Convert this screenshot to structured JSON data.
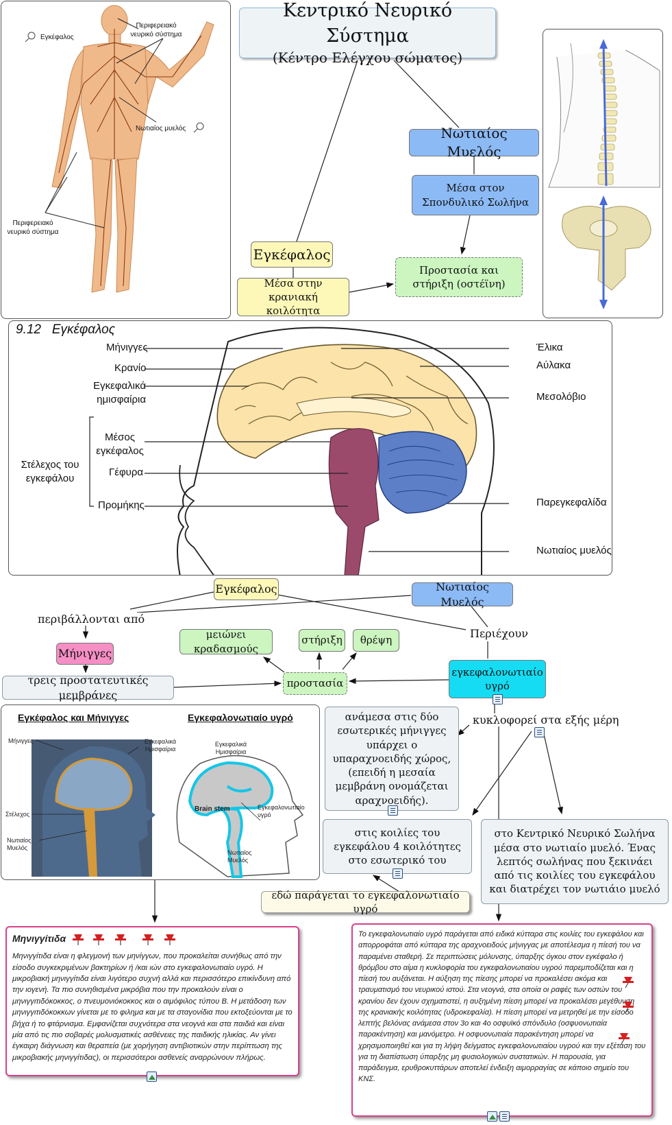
{
  "top": {
    "title_main": "Κεντρικό Νευρικό Σύστημα",
    "title_sub": "(Κέντρο Ελέγχου σώματος)",
    "spinal_cord": "Νωτιαίος Μυελός",
    "spinal_canal": "Μέσα στον Σπονδυλικό Σωλήνα",
    "brain": "Εγκέφαλος",
    "cranial": "Μέσα στην κρανιακή κοιλότητα",
    "protection": "Προστασία και στήριξη (οστέϊνη)"
  },
  "body_figure": {
    "brain_label": "Εγκέφαλος",
    "pns_label_top": "Περιφερειακό νευρικό σύστημα",
    "spinal_label": "Νωτιαίος μυελός",
    "pns_label_bottom": "Περιφερειακό νευρικό σύστημα"
  },
  "brain_diagram": {
    "heading": "9.12   Εγκέφαλος",
    "left_labels": [
      "Μήνιγγες",
      "Κρανίο",
      "Εγκεφαλικά ημισφαίρια",
      "Μέσος εγκέφαλος",
      "Γέφυρα",
      "Προμήκης"
    ],
    "brainstem_group": "Στέλεχος του εγκεφάλου",
    "right_labels": [
      "Έλικα",
      "Αύλακα",
      "Μεσολόβιο",
      "Παρεγκεφαλίδα",
      "Νωτιαίος μυελός"
    ]
  },
  "middle_map": {
    "brain": "Εγκέφαλος",
    "spinal": "Νωτιαίος Μυελός",
    "surrounded_by": "περιβάλλονται από",
    "meninges": "Μήνιγγες",
    "three_membranes": "τρεις προστατευτικές μεμβράνες",
    "reduces_vibration": "μειώνει κραδασμούς",
    "support": "στήριξη",
    "nutrition": "θρέψη",
    "protection": "προστασία",
    "contain": "Περιέχουν",
    "csf": "εγκεφαλονωτιαίο υγρό",
    "circulates": "κυκλοφορεί στα εξής μέρη",
    "subarachnoid": "ανάμεσα στις δύο εσωτερικές μήνιγγες υπάρχει ο υπαραχνοειδής χώρος, (επειδή η μεσαία μεμβράνη ονομάζεται αραχνοειδής).",
    "ventricles": "στις κοιλίες του εγκεφάλου 4 κοιλότητες στο εσωτερικό του",
    "central_canal": "στο Κεντρικό Νευρικό Σωλήνα μέσα στο νωτιαίο μυελό. Ένας λεπτός σωλήνας που ξεκινάει από τις κοιλίες του εγκεφάλου και διατρέχει τον νωτιάιο μυελό",
    "produced_here": "εδώ παράγεται το εγκεφαλονωτιαίο υγρό"
  },
  "lower_images": {
    "left_title": "Εγκέφαλος και Μήνιγγες",
    "right_title": "Εγκεφαλονωτιαίο υγρό",
    "left_labels": [
      "Μήνιγγες",
      "Εγκεφαλικά Ημισφαίρια",
      "Στέλεχος",
      "Νωτιαίος Μυελός"
    ],
    "right_labels": [
      "Εγκεφαλικά Ημισφαίρια",
      "Brain stem",
      "Εγκεφαλονωτιαίο υγρό",
      "Νωτιαίος Μυελός"
    ]
  },
  "meningitis": {
    "title": "Μηνιγγίτιδα",
    "text": "Μηνιγγίτιδα είναι η φλεγμονή των μηνίγγων, που προκαλείται συνήθως από την είσοδο συγκεκριμένων βακτηρίων ή /και ιών στο εγκεφαλονωτιαίο υγρό. Η μικροβιακή μηνιγγίτιδα είναι λιγότερο συχνή αλλά και περισσότερο επικίνδυνη από την ιογενή. Τα πιο συνηθισμένα μικρόβια που την προκαλούν είναι ο μηνιγγιτιδόκοκκος, ο πνευμονιόκοκκος και ο αιμόφιλος τύπου Β. Η μετάδοση των μηνιγγιτιδόκοκκων γίνεται με το φιλημα και με τα σταγονίδια που εκτοξεύονται με το βήχα ή το φτάρνισμα. Εμφανίζεται συχνότερα στα νεογνά και στα παιδιά και είναι μία από τις πιο σοβαρές μολυσματικές ασθένειες της παιδικής ηλικίας. Αν γίνει έγκαιρη διάγνωση και θεραπεία (με χορήγηση αντιβιοτικών στην περίπτωση της μικροβιακής μηνιγγίτιδας), οι περισσότεροι ασθενείς αναρρώνουν πλήρως."
  },
  "csf_text": {
    "text": "Το εγκεφαλονωτιαίο υγρό παράγεται από ειδικά κύτταρα στις κοιλίες του εγκεφάλου και απορροφάται από κύτταρα της αραχνοειδούς μήνιγγας με αποτέλεσμα η πίεσή του να παραμένει σταθερή. Σε περιπτώσεις μόλυνσης, ύπαρξης όγκου στον εγκέφαλο ή θρόμβου στο αίμα η κυκλοφορία του εγκεφαλονωτιαίου υγρού παρεμποδίζεται και η πίεσή του αυξάνεται. Η αύξηση της πίεσης μπορεί να προκαλέσει ακόμα και τραυματισμό του νευρικού ιστού. Στα νεογνά, στα οποία οι ραφές των οστών του κρανίου δεν έχουν σχηματιστεί, η αυξημένη πίεση μπορεί να προκαλέσει μεγέθυνση της κρανιακής κοιλότητας (υδροκεφαλία). Η πίεση μπορεί να μετρηθεί με την είσοδο λεπτής βελόνας ανάμεσα στον 3ο και 4ο οσφυϊκό σπόνδυλο (οσφυονωτιαία παρακέντηση) και μανόμετρο. Η οσφυονωτιαία παρακέντηση μπορεί να χρησιμοποιηθεί και για τη λήψη δείγματος εγκεφαλονωτιαίου υγρού και την εξέταση του για τη διαπίστωση ύπαρξης μη φυσιολογικών συστατικών. Η παρουσία, για παράδειγμα, ερυθροκυττάρων αποτελεί ένδειξη αιμορραγίας σε κάποιο σημείο του ΚΝΣ."
  }
}
